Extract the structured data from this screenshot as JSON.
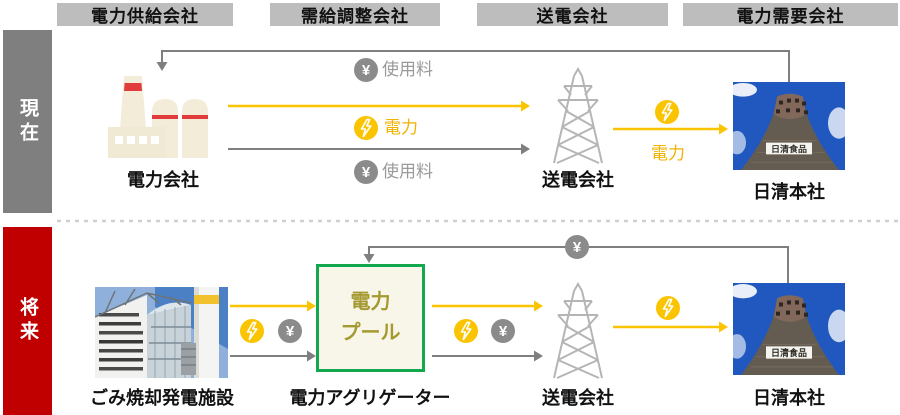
{
  "header": {
    "columns": [
      {
        "label": "電力供給会社"
      },
      {
        "label": "需給調整会社"
      },
      {
        "label": "送電会社"
      },
      {
        "label": "電力需要会社"
      }
    ]
  },
  "sidebar": {
    "present": "現在",
    "future": "将来"
  },
  "icons": {
    "yen": "¥",
    "bolt": "lightning-bolt"
  },
  "present": {
    "power_company": "電力会社",
    "transmission": "送電会社",
    "headquarters": "日清本社",
    "fee_top": "使用料",
    "power_mid": "電力",
    "fee_bottom": "使用料",
    "power_right": "電力"
  },
  "future": {
    "waste_plant": "ごみ焼却発電施設",
    "aggregator": "電力アグリゲーター",
    "pool_line1": "電力",
    "pool_line2": "プール",
    "transmission": "送電会社",
    "headquarters": "日清本社"
  },
  "building_sign": "日清食品",
  "colors": {
    "accent_yellow": "#fbc400",
    "flow_gray": "#7f7f7f",
    "present_gray": "#7f7f7f",
    "future_red": "#c00000",
    "header_gray": "#bdbdbd",
    "pool_green": "#13a74e",
    "pool_text": "#a49a31"
  }
}
